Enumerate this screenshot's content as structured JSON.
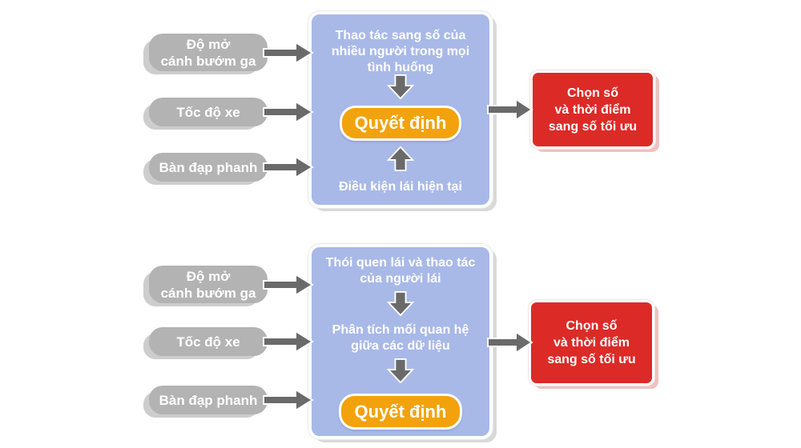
{
  "colors": {
    "panel_blue": "#a8b9e8",
    "pill_gray": "#b3b3b3",
    "arrow_gray": "#6a6a6a",
    "decision_orange": "#f2a20d",
    "output_red": "#dc2a27"
  },
  "diagram_top": {
    "inputs": [
      {
        "label": "Độ mở\ncánh bướm ga"
      },
      {
        "label": "Tốc độ xe"
      },
      {
        "label": "Bàn đạp phanh"
      }
    ],
    "experience_text": "Thao tác sang số của\nnhiều người trong mọi\ntình huống",
    "decision_label": "Quyết định",
    "condition_text": "Điều kiện lái hiện tại",
    "output_text": "Chọn số\nvà thời điểm\nsang số tối ưu"
  },
  "diagram_bottom": {
    "inputs": [
      {
        "label": "Độ mở\ncánh bướm ga"
      },
      {
        "label": "Tốc độ xe"
      },
      {
        "label": "Bàn đạp phanh"
      }
    ],
    "habit_text": "Thói quen lái và thao tác\ncủa người lái",
    "analysis_text": "Phân tích mối quan hệ\ngiữa các dữ liệu",
    "decision_label": "Quyết định",
    "output_text": "Chọn số\nvà thời điểm\nsang số tối ưu"
  }
}
